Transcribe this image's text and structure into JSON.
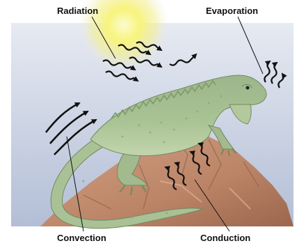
{
  "labels": {
    "radiation": "Radiation",
    "evaporation": "Evaporation",
    "convection": "Convection",
    "conduction": "Conduction"
  },
  "colors": {
    "sky_top": "#e6eaf2",
    "sky_bottom": "#b3bed6",
    "sun": "#f8f47c",
    "rock": "#c18e72",
    "rock_dark": "#8e5f49",
    "lizard": "#a7bf92",
    "lizard_dark": "#6f8a60",
    "lizard_belly": "#c6d6b0",
    "arrow": "#111111"
  },
  "icons": {
    "sun": "sun-icon",
    "lizard": "iguana-illustration",
    "rock": "rock-illustration"
  }
}
